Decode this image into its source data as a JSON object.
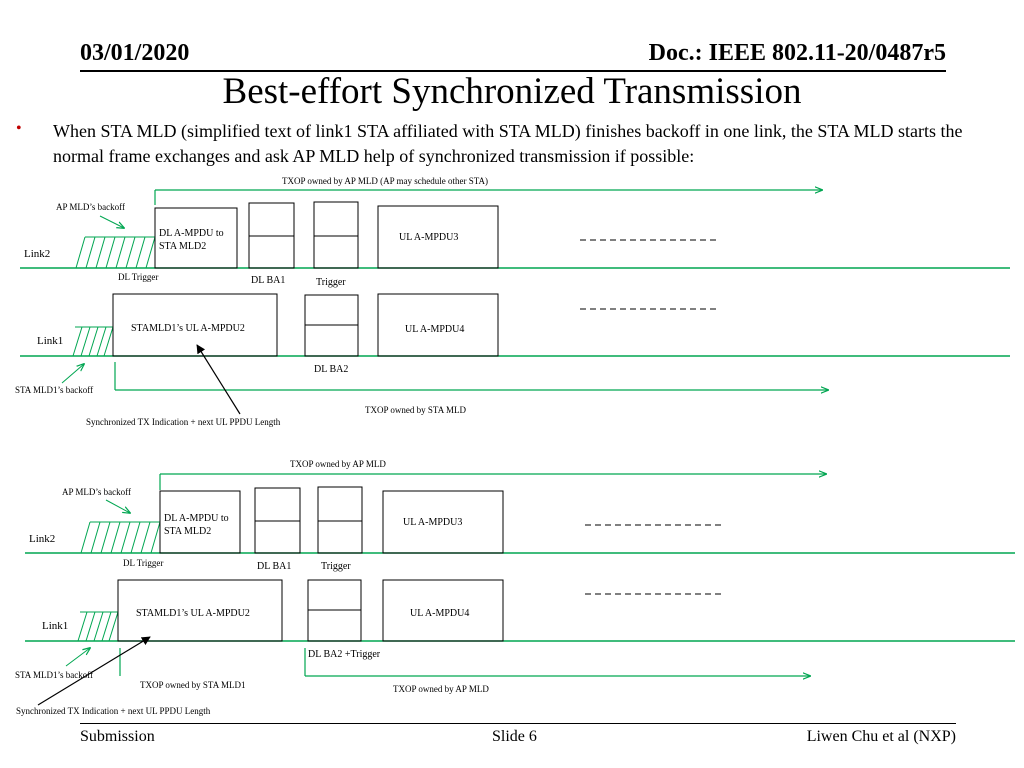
{
  "header": {
    "date": "03/01/2020",
    "doc": "Doc.: IEEE 802.11-20/0487r5"
  },
  "title": "Best-effort Synchronized Transmission",
  "bullet": {
    "text": "When STA MLD (simplified text of link1 STA affiliated with STA MLD) finishes backoff in one link, the STA MLD starts the normal frame exchanges and ask AP MLD help of synchronized transmission if possible:"
  },
  "colors": {
    "link_line": "#00a651",
    "text": "#000000",
    "bullet": "#c00000"
  },
  "diagram1": {
    "txop_ap": "TXOP owned by AP MLD (AP may schedule other STA)",
    "ap_backoff": "AP  MLD’s backoff",
    "link2": "Link2",
    "dl_ampdu_line1": "DL A-MPDU to",
    "dl_ampdu_line2": "STA MLD2",
    "ul_ampdu3": "UL A-MPDU3",
    "dl_trigger": "DL Trigger",
    "dl_ba1": "DL BA1",
    "trigger": "Trigger",
    "link1": "Link1",
    "stamld1_ul": "STAMLD1’s UL A-MPDU2",
    "ul_ampdu4": "UL A-MPDU4",
    "dl_ba2": "DL BA2",
    "sta_backoff": "STA MLD1’s backoff",
    "txop_sta": "TXOP owned by STA MLD",
    "sync_ind": "Synchronized TX Indication + next UL PPDU Length"
  },
  "diagram2": {
    "txop_ap": "TXOP owned by AP MLD",
    "ap_backoff": "AP  MLD’s backoff",
    "link2": "Link2",
    "dl_ampdu_line1": "DL A-MPDU to",
    "dl_ampdu_line2": "STA MLD2",
    "ul_ampdu3": "UL A-MPDU3",
    "dl_trigger": "DL Trigger",
    "dl_ba1": "DL BA1",
    "trigger": "Trigger",
    "link1": "Link1",
    "stamld1_ul": "STAMLD1’s UL A-MPDU2",
    "ul_ampdu4": "UL A-MPDU4",
    "dl_ba2_trigger": "DL BA2 +Trigger",
    "sta_backoff": "STA MLD1’s backoff",
    "txop_sta1": "TXOP owned by STA MLD1",
    "txop_ap_bottom": "TXOP owned by AP MLD",
    "sync_ind": "Synchronized TX Indication + next UL PPDU Length"
  },
  "footer": {
    "left": "Submission",
    "center": "Slide 6",
    "right": "Liwen Chu et al (NXP)"
  }
}
